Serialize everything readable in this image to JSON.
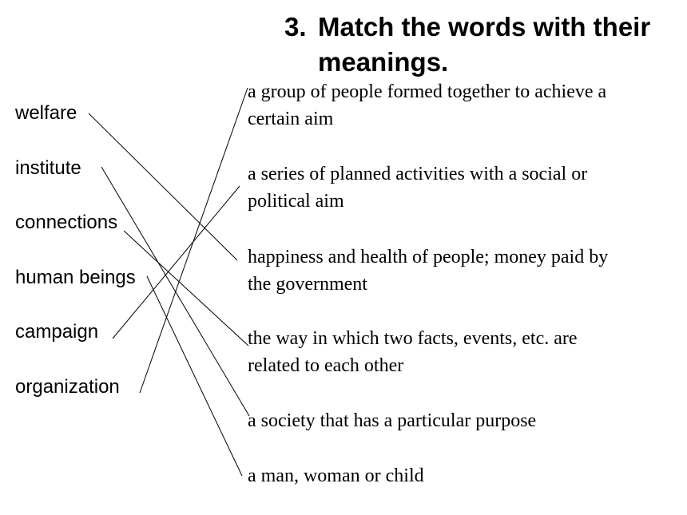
{
  "title": {
    "number": "3.",
    "line1": "Match the words with their",
    "line2": "meanings."
  },
  "words": [
    "welfare",
    "institute",
    "connections",
    "human beings",
    "campaign",
    "organization"
  ],
  "meanings": [
    {
      "line1": "a group of people formed together to achieve a",
      "line2": "certain aim"
    },
    {
      "line1": "a series of planned activities with a social or",
      "line2": "political aim"
    },
    {
      "line1": "happiness and health of people; money paid by",
      "line2": "the government"
    },
    {
      "line1": "the way in which two facts, events, etc. are",
      "line2": "related to each other"
    },
    {
      "line1": "a society that has a particular purpose",
      "line2": ""
    },
    {
      "line1": "a man, woman or child",
      "line2": ""
    }
  ],
  "matches": [
    {
      "word": "welfare",
      "meaning": "happiness and health of people; money paid by"
    },
    {
      "word": "institute",
      "meaning": "a society that has a particular purpose"
    },
    {
      "word": "connections",
      "meaning": "the way in which two facts, events, etc. are"
    },
    {
      "word": "human beings",
      "meaning": "a man, woman or child"
    },
    {
      "word": "campaign",
      "meaning": "a series of planned activities with a social or"
    },
    {
      "word": "organization",
      "meaning": "a group of people formed together to achieve a"
    }
  ]
}
